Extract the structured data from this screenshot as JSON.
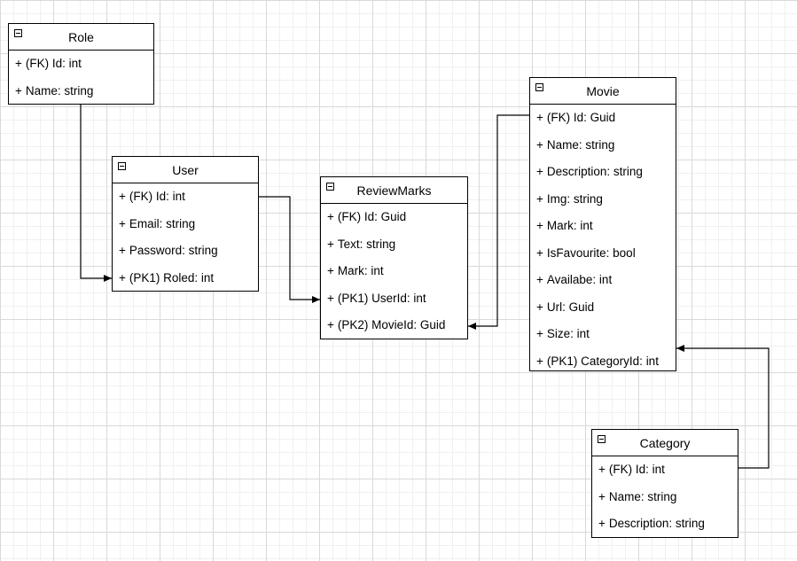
{
  "colors": {
    "line": "#000000",
    "grid": "#d9d9d9",
    "background": "#ffffff"
  },
  "entities": {
    "role": {
      "title": "Role",
      "attributes": [
        "(FK) Id: int",
        "Name: string"
      ]
    },
    "user": {
      "title": "User",
      "attributes": [
        "(FK) Id: int",
        "Email: string",
        "Password: string",
        "(PK1) Roled: int"
      ]
    },
    "reviewmarks": {
      "title": "ReviewMarks",
      "attributes": [
        "(FK) Id: Guid",
        "Text: string",
        "Mark: int",
        "(PK1) UserId: int",
        "(PK2) MovieId: Guid"
      ]
    },
    "movie": {
      "title": "Movie",
      "attributes": [
        "(FK) Id: Guid",
        "Name: string",
        "Description: string",
        "Img: string",
        "Mark: int",
        "IsFavourite: bool",
        "Availabe: int",
        "Url: Guid",
        "Size: int",
        "(PK1) CategoryId: int"
      ]
    },
    "category": {
      "title": "Category",
      "attributes": [
        "(FK) Id: int",
        "Name: string",
        "Description: string"
      ]
    }
  },
  "attribute_prefix": "+",
  "relationships": [
    {
      "from": "Role",
      "to": "User"
    },
    {
      "from": "User",
      "to": "ReviewMarks"
    },
    {
      "from": "Movie",
      "to": "ReviewMarks"
    },
    {
      "from": "Category",
      "to": "Movie"
    }
  ]
}
